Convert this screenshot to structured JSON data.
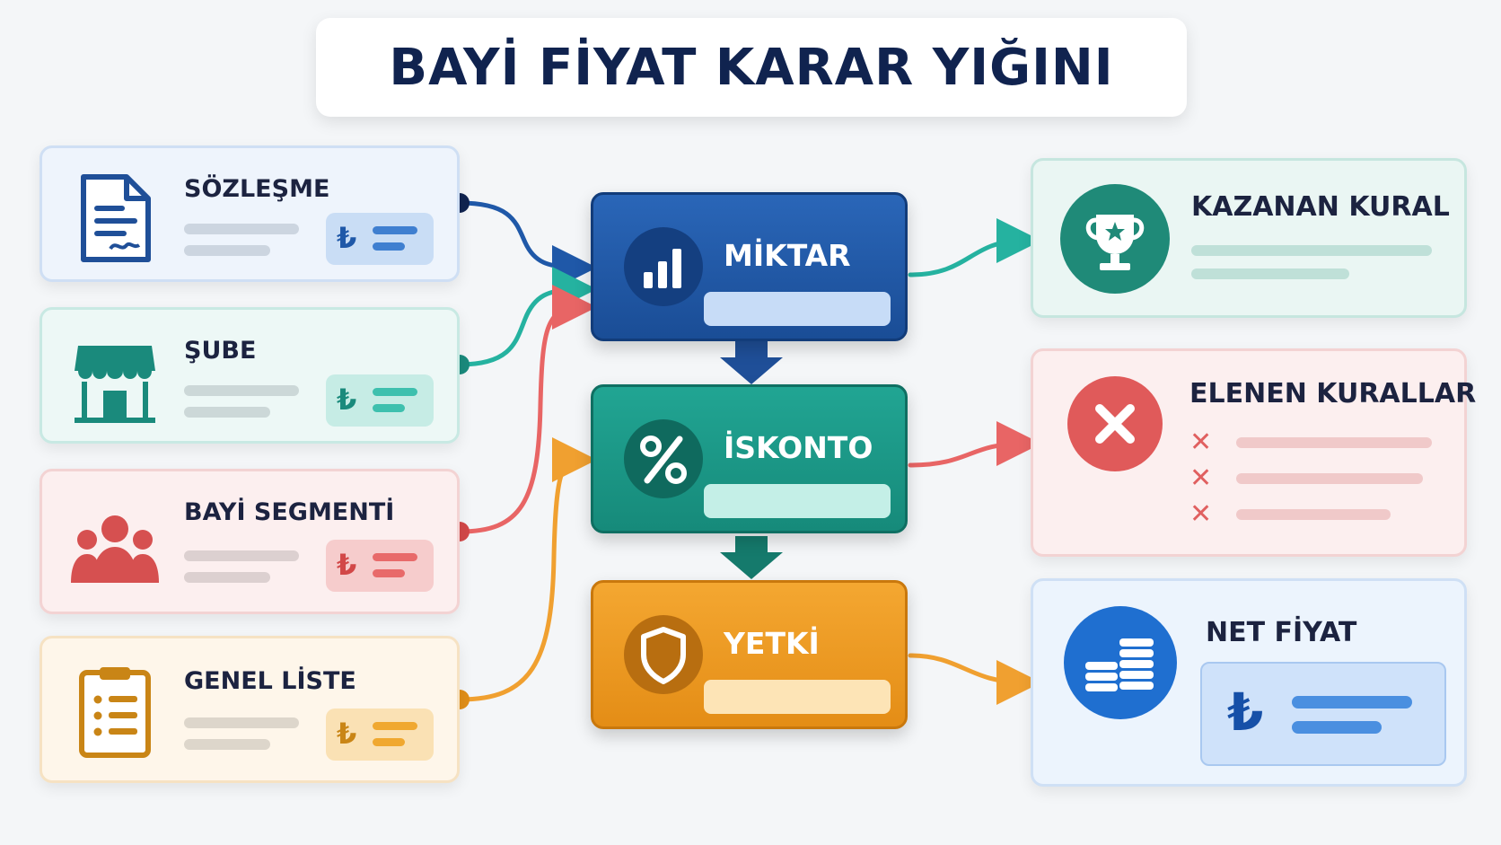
{
  "title": "BAYİ FİYAT KARAR YIĞINI",
  "colors": {
    "navy": "#10234f",
    "blue": "#1f58a8",
    "teal": "#1c9c8c",
    "red": "#e05f5f",
    "orange": "#f0a030",
    "green": "#1f8a78"
  },
  "sources": [
    {
      "label": "SÖZLEŞME",
      "icon": "contract-document-icon",
      "currency": "₺",
      "color": "#1f58a8"
    },
    {
      "label": "ŞUBE",
      "icon": "branch-store-icon",
      "currency": "₺",
      "color": "#1c9c8c"
    },
    {
      "label": "BAYİ SEGMENTİ",
      "icon": "dealer-group-icon",
      "currency": "₺",
      "color": "#e05f5f"
    },
    {
      "label": "GENEL LİSTE",
      "icon": "general-list-icon",
      "currency": "₺",
      "color": "#e6a02e"
    }
  ],
  "stages": [
    {
      "label": "MİKTAR",
      "icon": "quantity-chart-icon"
    },
    {
      "label": "İSKONTO",
      "icon": "percent-icon"
    },
    {
      "label": "YETKİ",
      "icon": "shield-icon"
    }
  ],
  "outputs": {
    "winner": {
      "label": "KAZANAN KURAL",
      "icon": "trophy-icon"
    },
    "eliminated": {
      "label": "ELENEN KURALLAR",
      "icon": "cross-circle-icon",
      "items": [
        "✕",
        "✕",
        "✕"
      ]
    },
    "net": {
      "label": "NET FİYAT",
      "icon": "coins-icon",
      "currency": "₺"
    }
  }
}
